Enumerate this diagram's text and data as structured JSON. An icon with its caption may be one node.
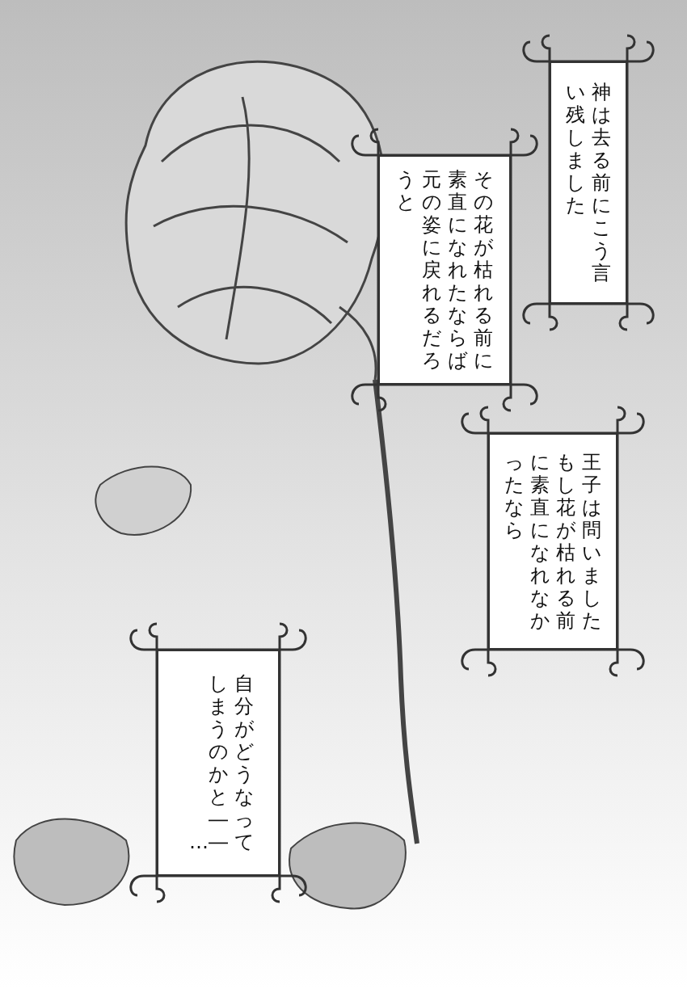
{
  "diagram": {
    "nodes": [
      {
        "text": [
          "神は去る前にこう言い残しました"
        ]
      },
      {
        "text": [
          "その花が枯れる前に素直になれたならば元の姿に戻れるだろうと"
        ]
      },
      {
        "text": [
          "王子は問いましたもし花が枯れる前に素直になれなかったなら"
        ]
      },
      {
        "text": [
          "自分がどうなってしまうのかと――…"
        ]
      }
    ]
  }
}
